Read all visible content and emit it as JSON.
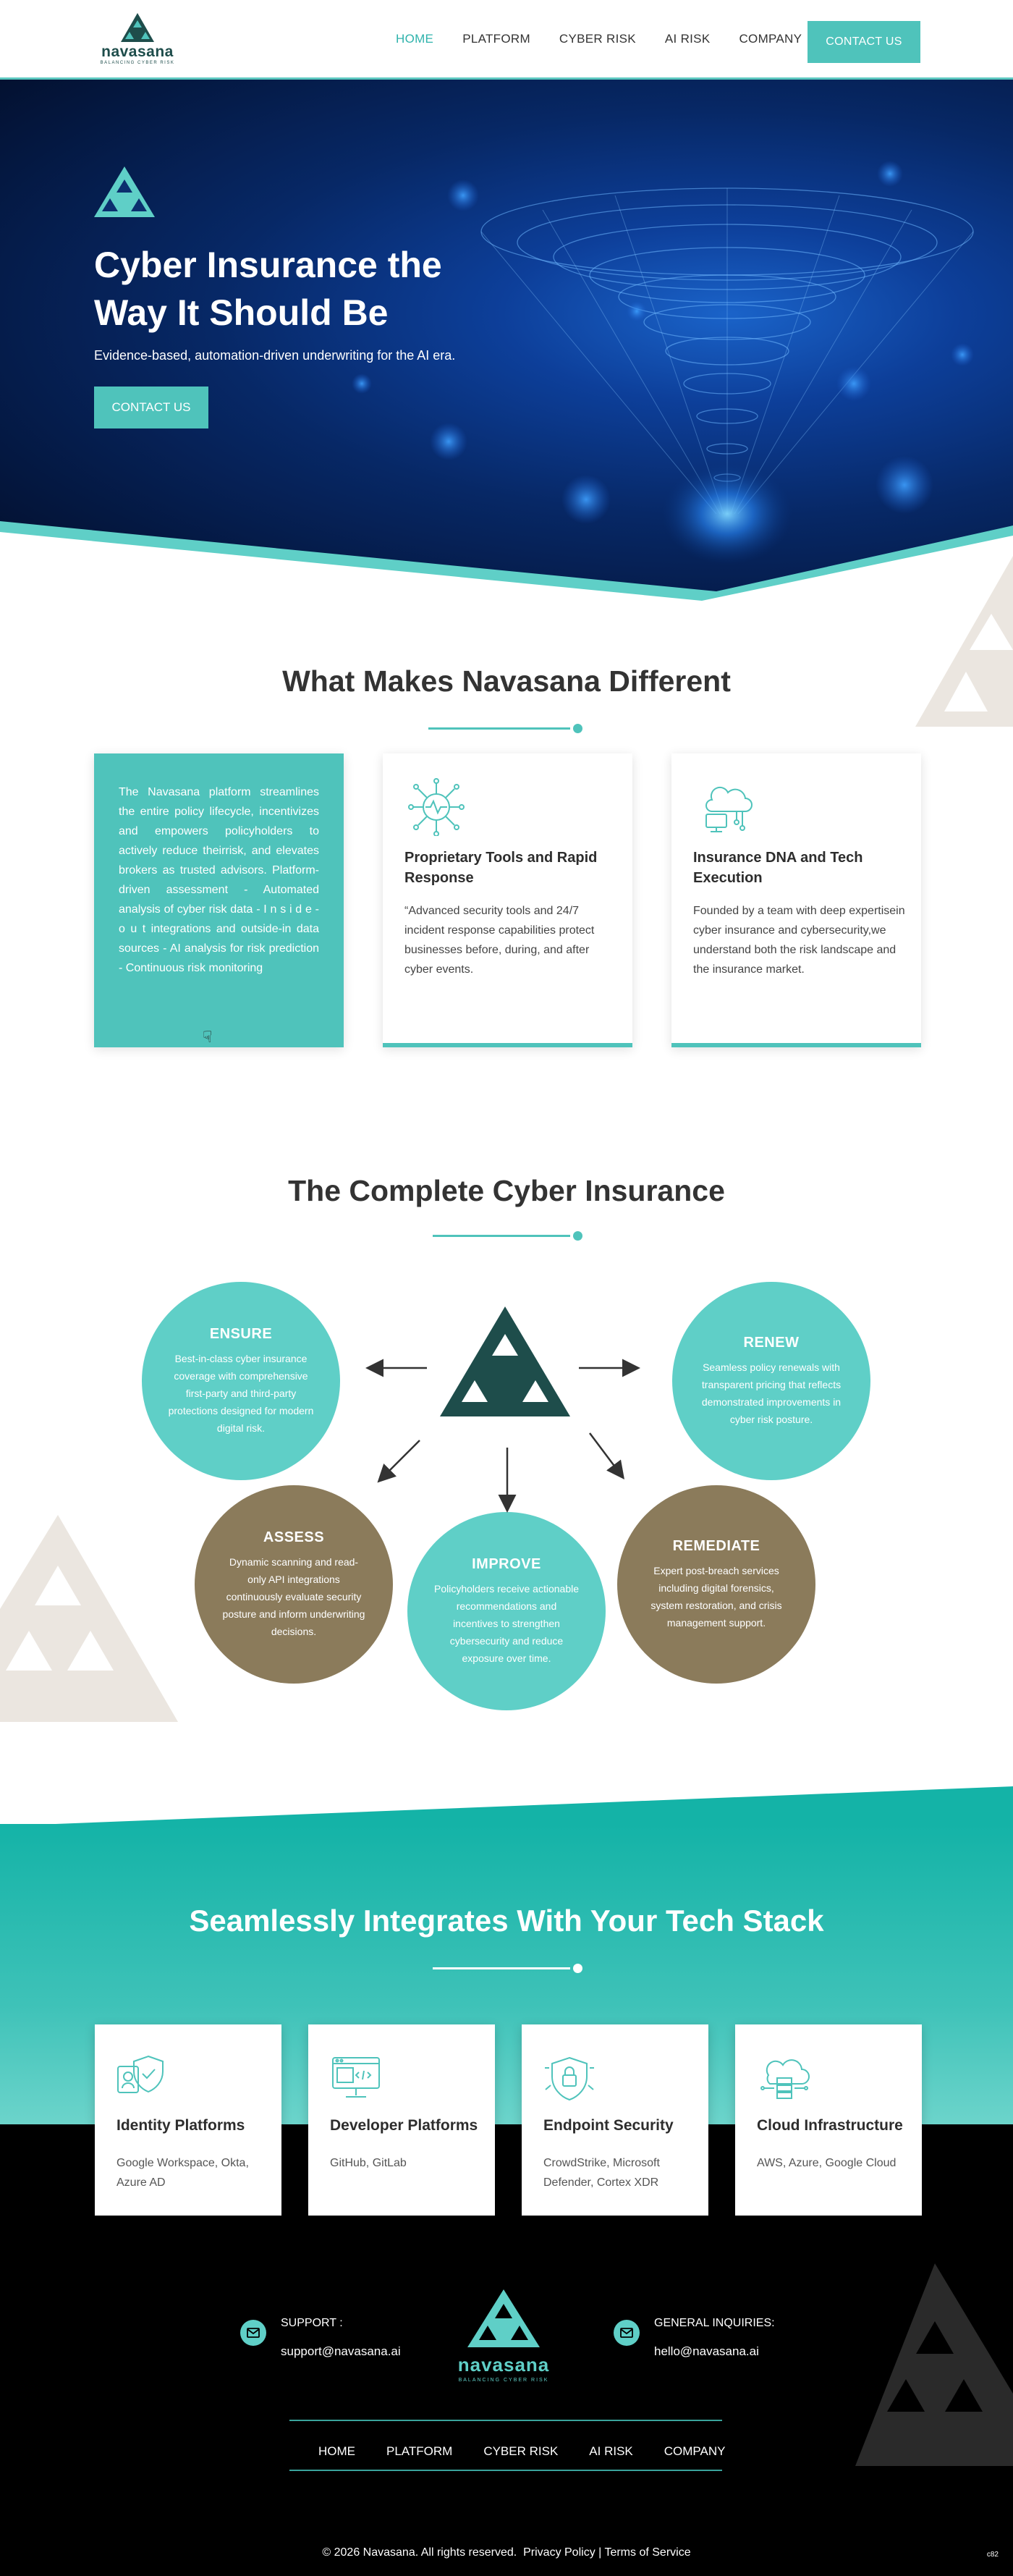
{
  "nav": {
    "logo_word": "navasana",
    "logo_tag": "BALANCING CYBER RISK",
    "menu": [
      {
        "label": "HOME",
        "active": true
      },
      {
        "label": "PLATFORM",
        "active": false
      },
      {
        "label": "CYBER RISK",
        "active": false
      },
      {
        "label": "AI RISK",
        "active": false
      },
      {
        "label": "COMPANY",
        "active": false
      }
    ],
    "cta": "CONTACT US"
  },
  "hero": {
    "title_line1": "Cyber Insurance the",
    "title_line2": "Way It Should Be",
    "subtitle": "Evidence-based, automation-driven underwriting for the AI era.",
    "cta": "CONTACT US"
  },
  "different": {
    "title": "What Makes Navasana Different",
    "intro": "The Navasana platform streamlines the entire policy lifecycle, incentivizes and empowers policyholders to actively reduce theirrisk, and elevates brokers as trusted advisors. Platform-driven assessment - Automated analysis of cyber risk data - I n s i d e - o u t integrations and outside-in data sources - AI analysis for risk prediction - Continuous risk monitoring",
    "cards": [
      {
        "icon": "network-pulse-icon",
        "title": "Proprietary Tools and Rapid Response",
        "text": "“Advanced security tools and 24/7 incident response capabilities protect businesses before, during, and after cyber events."
      },
      {
        "icon": "cloud-monitor-icon",
        "title": "Insurance DNA and Tech Execution",
        "text": "Founded by a team with deep expertisein cyber insurance and cybersecurity,we understand both the risk landscape and the insurance market."
      }
    ]
  },
  "complete": {
    "title": "The Complete Cyber Insurance",
    "steps": {
      "ensure": {
        "title": "ENSURE",
        "text": "Best-in-class cyber insurance coverage with comprehensive first-party and third-party protections designed for modern digital risk."
      },
      "renew": {
        "title": "RENEW",
        "text": "Seamless policy renewals with transparent pricing that reflects demonstrated improvements in cyber risk posture."
      },
      "assess": {
        "title": "ASSESS",
        "text": "Dynamic scanning and read-only API integrations continuously evaluate security posture and inform underwriting decisions."
      },
      "improve": {
        "title": "IMPROVE",
        "text": "Policyholders receive actionable recommendations and incentives to strengthen cybersecurity and reduce exposure over time."
      },
      "remediate": {
        "title": "REMEDIATE",
        "text": "Expert post-breach services including digital forensics, system restoration, and crisis management support."
      }
    }
  },
  "integrations": {
    "title": "Seamlessly Integrates With Your Tech Stack",
    "cards": [
      {
        "icon": "identity-shield-icon",
        "title": "Identity Platforms",
        "text": "Google Workspace, Okta, Azure AD"
      },
      {
        "icon": "developer-screen-icon",
        "title": "Developer Platforms",
        "text": "GitHub, GitLab"
      },
      {
        "icon": "security-lock-icon",
        "title": "Endpoint Security",
        "text": "CrowdStrike, Microsoft Defender, Cortex XDR"
      },
      {
        "icon": "cloud-server-icon",
        "title": "Cloud Infrastructure",
        "text": "AWS, Azure, Google Cloud"
      }
    ]
  },
  "footer": {
    "support_label": "SUPPORT :",
    "support_email": "support@navasana.ai",
    "general_label": "GENERAL INQUIRIES:",
    "general_email": "hello@navasana.ai",
    "logo_word": "navasana",
    "logo_tag": "BALANCING CYBER RISK",
    "menu": [
      "HOME",
      "PLATFORM",
      "CYBER RISK",
      "AI RISK",
      "COMPANY"
    ],
    "copyright": "© 2026 Navasana. All rights reserved.",
    "privacy": "Privacy Policy",
    "separator": "|",
    "terms": "Terms of Service",
    "badge": "c82"
  },
  "colors": {
    "accent": "#4fc3bb",
    "brown": "#8b7b5b",
    "dark_teal": "#1e4d4b"
  }
}
